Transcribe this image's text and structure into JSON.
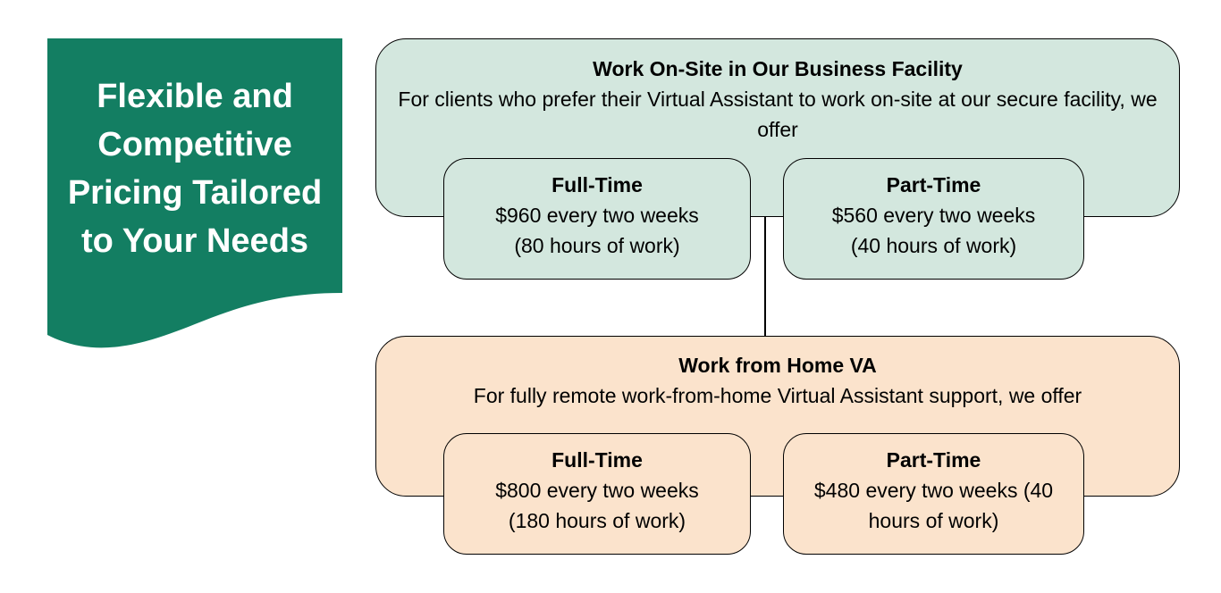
{
  "banner": {
    "title": "Flexible and Competitive Pricing Tailored to Your Needs",
    "color": "#137e62"
  },
  "onsite": {
    "title": "Work On-Site in Our Business Facility",
    "description": "For clients who prefer their Virtual Assistant to work on-site at our secure facility, we offer",
    "color": "#d3e7de",
    "full_time": {
      "title": "Full-Time",
      "price": "$960 every two weeks",
      "hours": "(80 hours of work)"
    },
    "part_time": {
      "title": "Part-Time",
      "price": "$560 every two weeks",
      "hours": "(40 hours of work)"
    }
  },
  "remote": {
    "title": "Work from Home VA",
    "description": "For fully remote work-from-home Virtual Assistant support, we offer",
    "color": "#fbe3cc",
    "full_time": {
      "title": "Full-Time",
      "price": "$800 every two weeks",
      "hours": "(180 hours of work)"
    },
    "part_time": {
      "title": "Part-Time",
      "text": "$480 every two weeks (40 hours of work)"
    }
  }
}
